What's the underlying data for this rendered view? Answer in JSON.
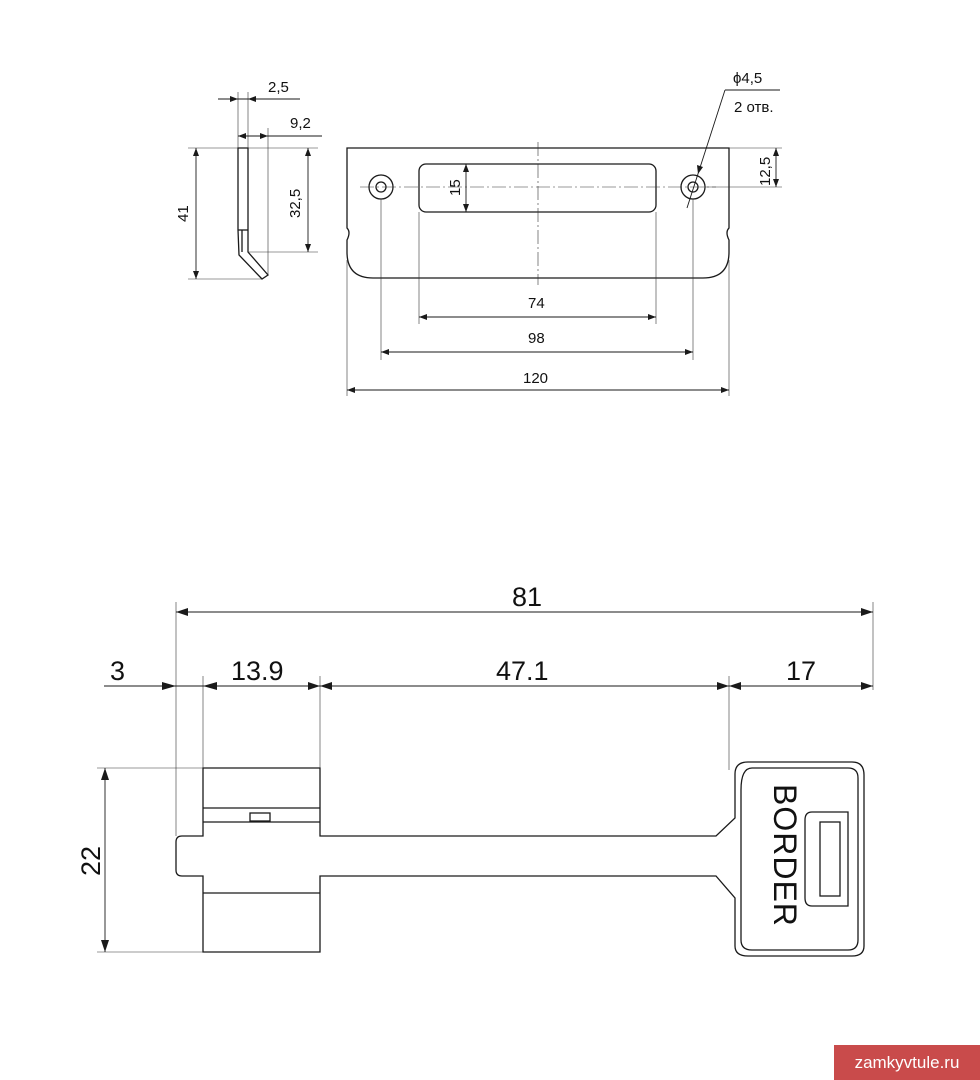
{
  "strike_plate": {
    "thickness": "2,5",
    "offset": "9,2",
    "height": "41",
    "inner_height": "32,5",
    "slot_height": "15",
    "hole_offset": "12,5",
    "hole_diameter": "ϕ4,5",
    "hole_count": "2 отв.",
    "slot_width": "74",
    "hole_spacing": "98",
    "total_width": "120"
  },
  "key": {
    "total_length": "81",
    "tip": "3",
    "bit": "13.9",
    "shank": "47.1",
    "bow": "17",
    "height": "22",
    "brand": "BORDER"
  },
  "watermark": "zamkyvtule.ru"
}
